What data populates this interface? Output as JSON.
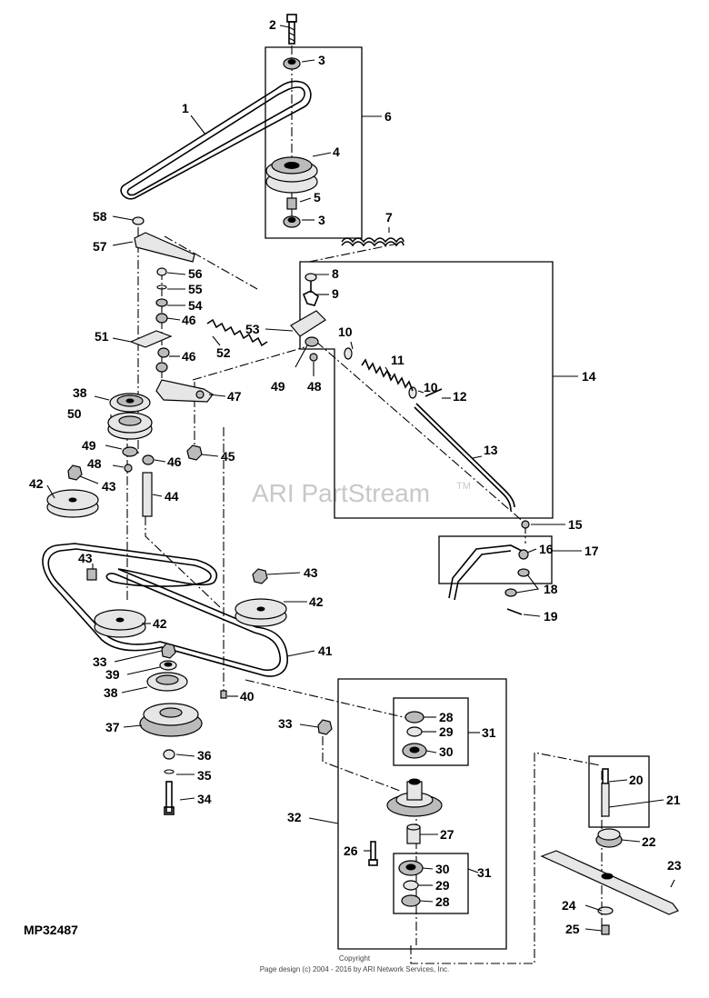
{
  "diagram_id": "MP32487",
  "watermark": {
    "text": "ARI PartStream",
    "tm": "TM"
  },
  "footer": {
    "line1": "Copyright",
    "line2": "Page design (c) 2004 - 2016 by ARI Network Services, Inc."
  },
  "callouts": [
    {
      "n": "1"
    },
    {
      "n": "2"
    },
    {
      "n": "3"
    },
    {
      "n": "3"
    },
    {
      "n": "4"
    },
    {
      "n": "5"
    },
    {
      "n": "6"
    },
    {
      "n": "7"
    },
    {
      "n": "8"
    },
    {
      "n": "9"
    },
    {
      "n": "10"
    },
    {
      "n": "10"
    },
    {
      "n": "11"
    },
    {
      "n": "12"
    },
    {
      "n": "13"
    },
    {
      "n": "14"
    },
    {
      "n": "15"
    },
    {
      "n": "16"
    },
    {
      "n": "17"
    },
    {
      "n": "18"
    },
    {
      "n": "19"
    },
    {
      "n": "20"
    },
    {
      "n": "21"
    },
    {
      "n": "22"
    },
    {
      "n": "23"
    },
    {
      "n": "24"
    },
    {
      "n": "25"
    },
    {
      "n": "26"
    },
    {
      "n": "27"
    },
    {
      "n": "28"
    },
    {
      "n": "29"
    },
    {
      "n": "30"
    },
    {
      "n": "31"
    },
    {
      "n": "28"
    },
    {
      "n": "29"
    },
    {
      "n": "30"
    },
    {
      "n": "31"
    },
    {
      "n": "32"
    },
    {
      "n": "33"
    },
    {
      "n": "33"
    },
    {
      "n": "34"
    },
    {
      "n": "35"
    },
    {
      "n": "36"
    },
    {
      "n": "37"
    },
    {
      "n": "38"
    },
    {
      "n": "38"
    },
    {
      "n": "39"
    },
    {
      "n": "40"
    },
    {
      "n": "41"
    },
    {
      "n": "42"
    },
    {
      "n": "42"
    },
    {
      "n": "42"
    },
    {
      "n": "43"
    },
    {
      "n": "43"
    },
    {
      "n": "43"
    },
    {
      "n": "44"
    },
    {
      "n": "45"
    },
    {
      "n": "46"
    },
    {
      "n": "46"
    },
    {
      "n": "46"
    },
    {
      "n": "47"
    },
    {
      "n": "48"
    },
    {
      "n": "48"
    },
    {
      "n": "49"
    },
    {
      "n": "49"
    },
    {
      "n": "50"
    },
    {
      "n": "51"
    },
    {
      "n": "52"
    },
    {
      "n": "53"
    },
    {
      "n": "54"
    },
    {
      "n": "55"
    },
    {
      "n": "56"
    },
    {
      "n": "57"
    },
    {
      "n": "58"
    }
  ]
}
